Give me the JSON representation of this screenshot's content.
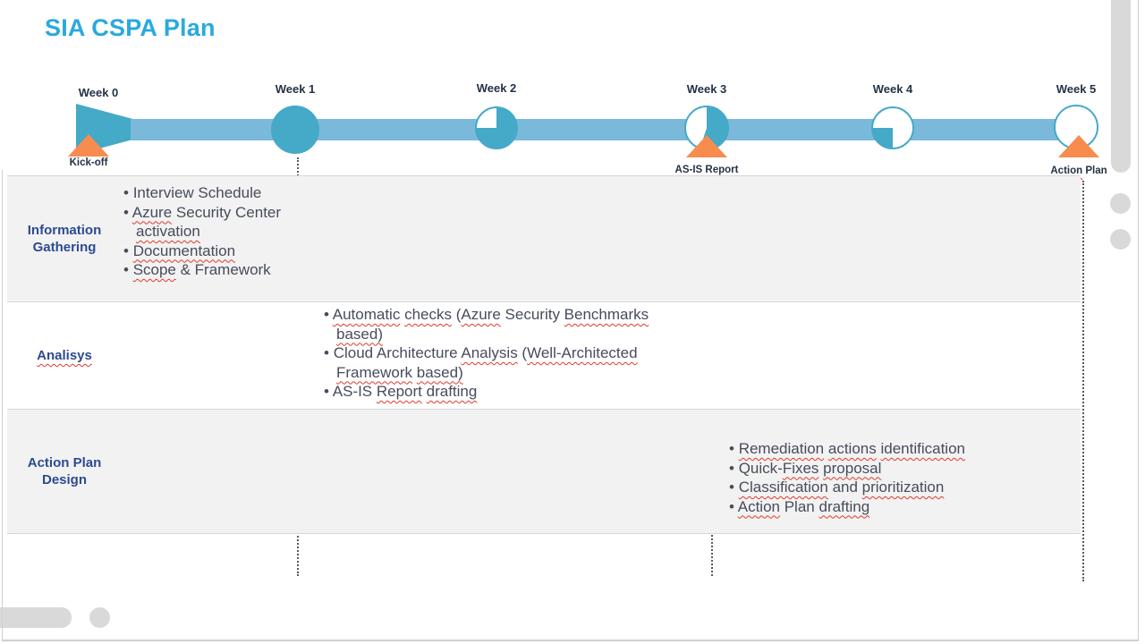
{
  "title": "SIA CSPA Plan",
  "bullet_char": "•",
  "colors": {
    "title_blue": "#2aa9e0",
    "timeline_bar": "#7ab9da",
    "pie_teal": "#45a9c8",
    "milestone_orange": "#f78c4e",
    "phase_label_blue": "#2d4a90",
    "bullet_text": "#474c5c",
    "row_gray": "#f2f2f2",
    "squiggle_red": "#e0392e"
  },
  "timeline": {
    "weeks": [
      {
        "label": "Week 0",
        "shape": "start-arrow",
        "progress_percent": null,
        "milestone": {
          "segments": [
            {
              "t": "Kick-off",
              "w": false
            }
          ]
        }
      },
      {
        "label": "Week 1",
        "shape": "pie",
        "progress_percent": 100,
        "filled_start": 0,
        "filled_end": 100
      },
      {
        "label": "Week 2",
        "shape": "pie",
        "progress_percent": 75,
        "filled_start": 0,
        "filled_end": 75
      },
      {
        "label": "Week 3",
        "shape": "pie",
        "progress_percent": 55,
        "filled_start": 0,
        "filled_end": 55,
        "milestone": {
          "segments": [
            {
              "t": "AS-IS Report",
              "w": false
            }
          ]
        }
      },
      {
        "label": "Week 4",
        "shape": "pie",
        "progress_percent": 25,
        "filled_start": 50,
        "filled_end": 75
      },
      {
        "label": "Week 5",
        "shape": "pie",
        "progress_percent": 0,
        "filled_start": 0,
        "filled_end": 0,
        "milestone": {
          "segments": [
            {
              "t": "Action",
              "w": true
            },
            {
              "t": " Plan",
              "w": false
            }
          ]
        }
      }
    ]
  },
  "phases": [
    {
      "name": "Information Gathering",
      "label_lines": [
        [
          {
            "t": "Information",
            "w": false
          }
        ],
        [
          {
            "t": "Gathering",
            "w": false
          }
        ]
      ],
      "bullets": [
        [
          {
            "t": "Interview Schedule",
            "w": false
          }
        ],
        [
          {
            "t": "Azure",
            "w": true
          },
          {
            "t": " Security Center ",
            "w": false
          },
          {
            "t": "activation",
            "w": true
          }
        ],
        [
          {
            "t": "Documentation",
            "w": true
          }
        ],
        [
          {
            "t": "Scope",
            "w": true
          },
          {
            "t": " & Framework",
            "w": false
          }
        ]
      ]
    },
    {
      "name": "Analisys",
      "label_lines": [
        [
          {
            "t": "Analisys",
            "w": true
          }
        ]
      ],
      "bullets": [
        [
          {
            "t": "Automatic",
            "w": true
          },
          {
            "t": " ",
            "w": false
          },
          {
            "t": "checks",
            "w": true
          },
          {
            "t": " (",
            "w": false
          },
          {
            "t": "Azure",
            "w": true
          },
          {
            "t": " Security ",
            "w": false
          },
          {
            "t": "Benchmarks",
            "w": true
          },
          {
            "t": " ",
            "w": false
          },
          {
            "t": "based)",
            "w": true
          }
        ],
        [
          {
            "t": "Cloud Architecture ",
            "w": false
          },
          {
            "t": "Analysis",
            "w": true
          },
          {
            "t": " (",
            "w": false
          },
          {
            "t": "Well-Architected",
            "w": true
          },
          {
            "t": " ",
            "w": false
          },
          {
            "t": "Framework",
            "w": true
          },
          {
            "t": " ",
            "w": false
          },
          {
            "t": "based)",
            "w": true
          }
        ],
        [
          {
            "t": "AS-IS ",
            "w": false
          },
          {
            "t": "Report",
            "w": true
          },
          {
            "t": " ",
            "w": false
          },
          {
            "t": "drafting",
            "w": true
          }
        ]
      ]
    },
    {
      "name": "Action Plan Design",
      "label_lines": [
        [
          {
            "t": "Action Plan",
            "w": false
          }
        ],
        [
          {
            "t": "Design",
            "w": false
          }
        ]
      ],
      "bullets": [
        [
          {
            "t": "Remediation",
            "w": true
          },
          {
            "t": " ",
            "w": false
          },
          {
            "t": "actions",
            "w": true
          },
          {
            "t": " ",
            "w": false
          },
          {
            "t": "identification",
            "w": true
          }
        ],
        [
          {
            "t": "Quick-",
            "w": false
          },
          {
            "t": "Fixes",
            "w": true
          },
          {
            "t": " ",
            "w": false
          },
          {
            "t": "proposal",
            "w": true
          }
        ],
        [
          {
            "t": "Classification",
            "w": true
          },
          {
            "t": " and ",
            "w": false
          },
          {
            "t": "prioritization",
            "w": true
          }
        ],
        [
          {
            "t": "Action",
            "w": true
          },
          {
            "t": " Plan ",
            "w": false
          },
          {
            "t": "drafting",
            "w": true
          }
        ]
      ]
    }
  ]
}
